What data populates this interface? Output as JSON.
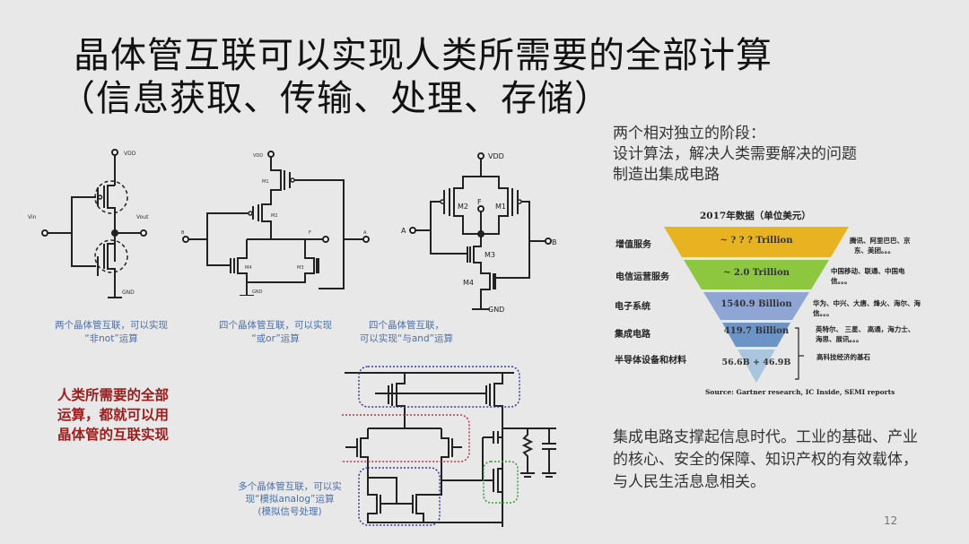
{
  "slide": {
    "title_line1": "晶体管互联可以实现人类所需要的全部计算",
    "title_line2": "（信息获取、传输、处理、存储）",
    "page_number": "12"
  },
  "stages": {
    "heading": "两个相对独立的阶段：",
    "line1": "设计算法，解决人类需要解决的问题",
    "line2": "制造出集成电路"
  },
  "circuits": {
    "not_gate": {
      "labels": {
        "vdd": "VDD",
        "gnd": "GND",
        "vin": "Vin",
        "vout": "Vout"
      },
      "caption_line1": "两个晶体管互联，可以实现",
      "caption_line2": "“非not”运算"
    },
    "or_gate": {
      "labels": {
        "vdd": "VDD",
        "gnd": "GND",
        "b": "B",
        "f": "F",
        "a": "A",
        "m1": "M1",
        "m2": "M2",
        "m3": "M3",
        "m4": "M4"
      },
      "caption_line1": "四个晶体管互联，可以实现",
      "caption_line2": "“或or”运算"
    },
    "and_gate": {
      "labels": {
        "vdd": "VDD",
        "gnd": "GND",
        "a": "A",
        "b": "B",
        "f": "F",
        "m1": "M1",
        "m2": "M2",
        "m3": "M3",
        "m4": "M4"
      },
      "caption_line1": "四个晶体管互联，",
      "caption_line2": "可以实现“与and”运算"
    },
    "analog": {
      "caption_line1": "多个晶体管互联，可以实",
      "caption_line2": "现“模拟analog”运算",
      "caption_line3": "(模拟信号处理)"
    }
  },
  "highlight": {
    "line1": "人类所需要的全部",
    "line2": "运算，都就可以用",
    "line3": "晶体管的互联实现"
  },
  "pyramid": {
    "title": "2017年数据（单位美元）",
    "source": "Source:  Gartner research, IC Inside, SEMI reports",
    "layers": [
      {
        "label": "增值服务",
        "value": "~ ? ? ?  Trillion",
        "companies_line1": "腾讯、阿里巴巴、京",
        "companies_line2": "东、美团。。。",
        "color": "#e8b321"
      },
      {
        "label": "电信运营服务",
        "value": "~ 2.0  Trillion",
        "companies_line1": "中国移动、联通、中国电",
        "companies_line2": "信。。。",
        "color": "#8dc63f"
      },
      {
        "label": "电子系统",
        "value": "1540.9 Billion",
        "companies_line1": "华为、中兴、大唐、烽火、海尔、海",
        "companies_line2": "信。。。",
        "color": "#8fa5d3"
      },
      {
        "label": "集成电路",
        "value": "419.7 Billion",
        "companies_line1": "英特尔、 三星、 高通，海力士、",
        "companies_line2": "海思、展讯。。。",
        "color": "#6c94c6"
      },
      {
        "label": "半导体设备和材料",
        "value": "56.6B + 46.9B",
        "companies_line1": "",
        "companies_line2": "",
        "color": "#a9c6de"
      }
    ],
    "bracket_note": "高科技经济的基石"
  },
  "ic_paragraph": {
    "text": "集成电路支撑起信息时代。工业的基础、产业的核心、安全的保障、知识产权的有效载体，与人民生活息息相关。"
  }
}
